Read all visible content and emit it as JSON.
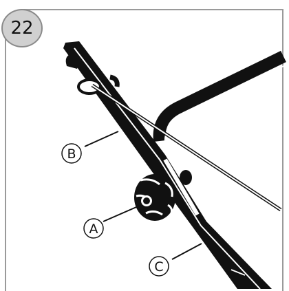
{
  "step": {
    "number": "22"
  },
  "callouts": [
    {
      "id": "label-b",
      "letter": "B"
    },
    {
      "id": "label-a",
      "letter": "A"
    },
    {
      "id": "label-c",
      "letter": "C"
    }
  ],
  "colors": {
    "frame": "#9a9a9a",
    "badge_fill": "#d0d0d0",
    "ink": "#111111"
  }
}
